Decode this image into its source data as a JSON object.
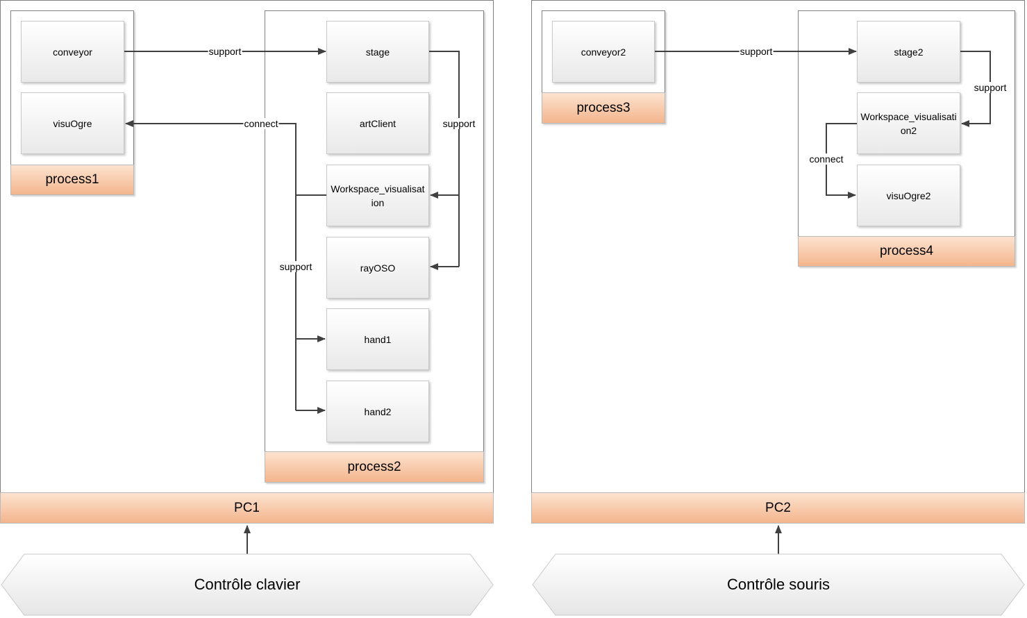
{
  "pc1": {
    "label": "PC1",
    "control_label": "Contrôle clavier",
    "process1": {
      "label": "process1",
      "components": {
        "conveyor": "conveyor",
        "visuogre": "visuOgre"
      }
    },
    "process2": {
      "label": "process2",
      "components": {
        "stage": "stage",
        "artclient": "artClient",
        "workspace": "Workspace_visualisation",
        "rayoso": "rayOSO",
        "hand1": "hand1",
        "hand2": "hand2"
      }
    },
    "edges": {
      "conveyor_stage": "support",
      "stage_children": "support",
      "workspace_connect": "connect",
      "workspace_support": "support"
    }
  },
  "pc2": {
    "label": "PC2",
    "control_label": "Contrôle souris",
    "process3": {
      "label": "process3",
      "components": {
        "conveyor2": "conveyor2"
      }
    },
    "process4": {
      "label": "process4",
      "components": {
        "stage2": "stage2",
        "workspace2": "Workspace_visualisation2",
        "visuogre2": "visuOgre2"
      }
    },
    "edges": {
      "conveyor2_stage2": "support",
      "stage2_workspace2": "support",
      "workspace2_connect": "connect"
    }
  },
  "colors": {
    "bar_top": "#fde3cf",
    "bar_bottom": "#f3b58d",
    "line": "#404040"
  }
}
